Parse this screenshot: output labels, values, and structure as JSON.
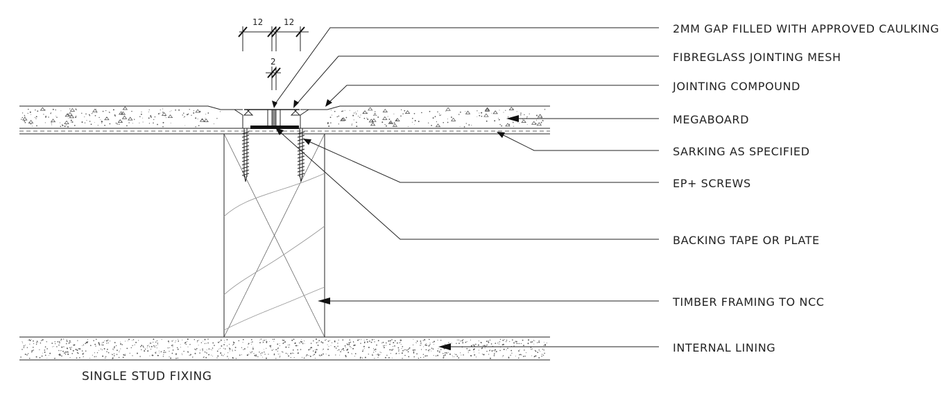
{
  "dimensions": {
    "left_width": "12",
    "right_width": "12",
    "gap": "2"
  },
  "labels": [
    {
      "id": "caulking",
      "text": "2MM GAP FILLED WITH APPROVED CAULKING"
    },
    {
      "id": "mesh",
      "text": "FIBREGLASS JOINTING MESH"
    },
    {
      "id": "compound",
      "text": "JOINTING COMPOUND"
    },
    {
      "id": "megaboard",
      "text": "MEGABOARD"
    },
    {
      "id": "sarking",
      "text": "SARKING AS SPECIFIED"
    },
    {
      "id": "screws",
      "text": "EP+ SCREWS"
    },
    {
      "id": "backing",
      "text": "BACKING TAPE OR PLATE"
    },
    {
      "id": "timber",
      "text": "TIMBER FRAMING TO NCC"
    },
    {
      "id": "lining",
      "text": "INTERNAL LINING"
    }
  ],
  "caption": "SINGLE STUD FIXING"
}
